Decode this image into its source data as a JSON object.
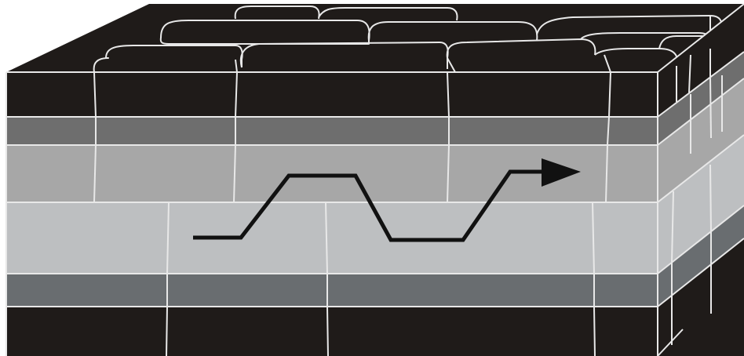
{
  "diagram": {
    "colors": {
      "background": "#ffffff",
      "cell_black": "#1f1b19",
      "layer_dark_gray": "#6e6e6e",
      "layer_mid_gray": "#a7a7a7",
      "layer_light_gray": "#bdbfc1",
      "layer_slate": "#696d70",
      "cell_border": "#e8e8e8",
      "arrow": "#111111"
    },
    "layers": [
      "top-black-cells",
      "dark-gray-band",
      "mid-gray-band",
      "light-gray-band",
      "slate-band",
      "bottom-black-cells"
    ],
    "arrow_direction": "right"
  }
}
